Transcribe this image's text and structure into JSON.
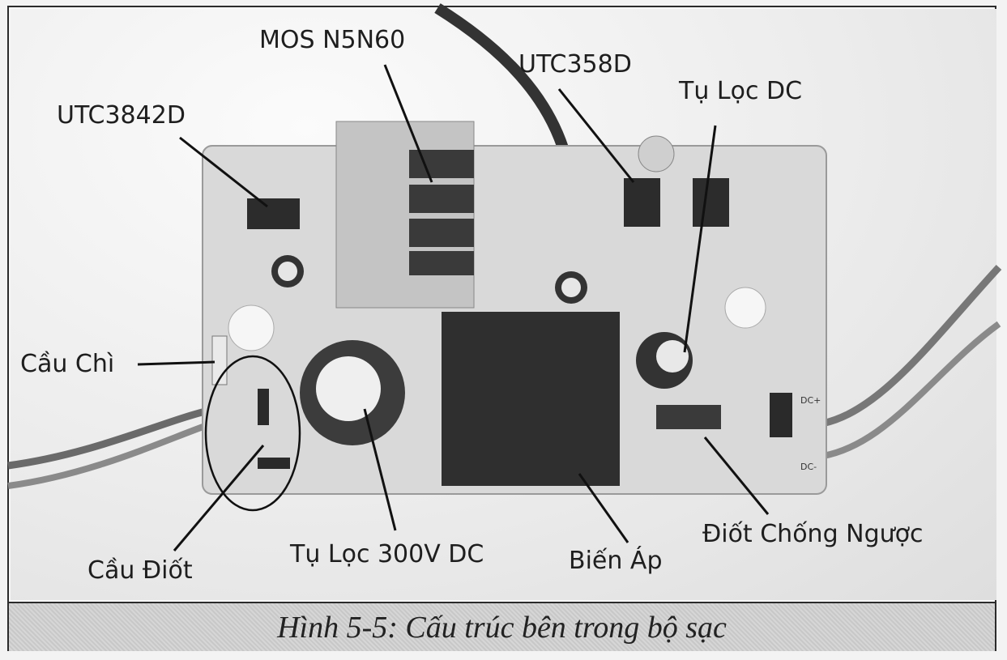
{
  "labels": {
    "mos": "MOS N5N60",
    "utc358d": "UTC358D",
    "utc3842d": "UTC3842D",
    "tu_loc_dc": "Tụ Lọc DC",
    "cau_chi": "Cầu Chì",
    "cau_diot": "Cầu Điốt",
    "tu_loc_300v": "Tụ Lọc 300V DC",
    "bien_ap": "Biến Áp",
    "diot_chong_nguoc": "Điốt Chống Ngược"
  },
  "board_marks": {
    "dc_plus": "DC+",
    "dc_minus": "DC-"
  },
  "caption": "Hình 5-5: Cấu trúc bên trong bộ sạc"
}
